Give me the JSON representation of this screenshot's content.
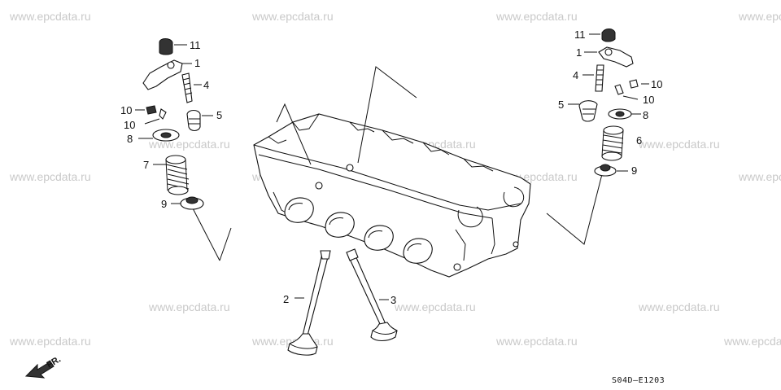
{
  "watermark": "www.epcdata.ru",
  "diagram_code": "S04D—E1203",
  "front_label": "FR.",
  "callouts": {
    "left": [
      "11",
      "1",
      "4",
      "10",
      "5",
      "10",
      "8",
      "7",
      "9"
    ],
    "right": [
      "11",
      "1",
      "4",
      "10",
      "10",
      "5",
      "8",
      "6",
      "9"
    ],
    "valves": [
      "2",
      "3"
    ]
  },
  "colors": {
    "ink": "#111111",
    "watermark": "#c9c9c9"
  }
}
